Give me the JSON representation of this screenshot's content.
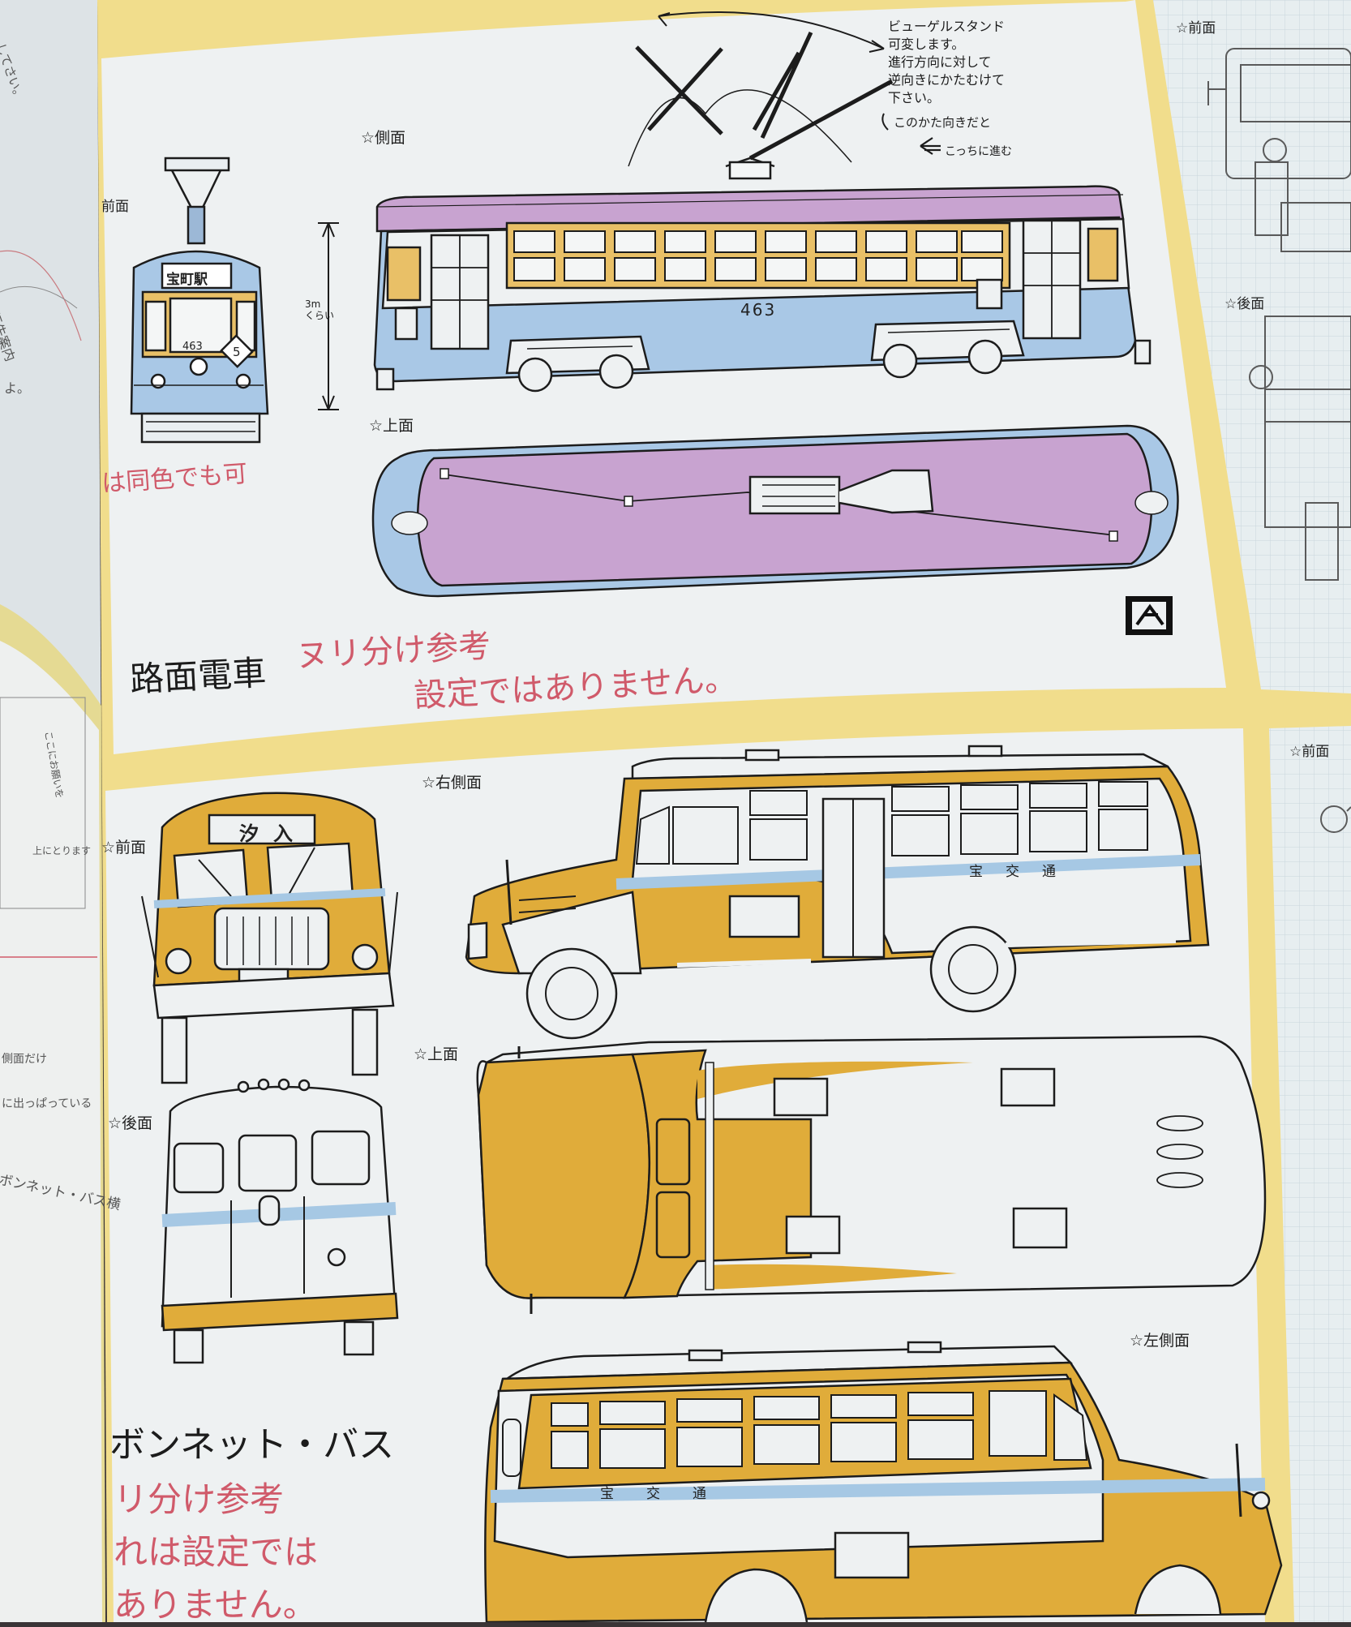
{
  "tram": {
    "view_front": "前面",
    "view_side": "☆側面",
    "view_top": "☆上面",
    "height_note": "3m\nくらい",
    "destination": "宝町駅",
    "number": "463",
    "route_number": "5",
    "pantograph_note": "ビューゲルスタンド\n可変します。\n進行方向に対して\n逆向きにかたむけて\n下さい。",
    "direction_note": "このかた向きだと",
    "direction_arrow_note": "こっちに進む",
    "color_note": "は同色でも可",
    "title": "路面電車",
    "title_note_1": "ヌリ分け参考",
    "title_note_2": "設定ではありません。"
  },
  "bus": {
    "view_right": "☆右側面",
    "view_front": "☆前面",
    "view_rear": "☆後面",
    "view_top": "☆上面",
    "view_left": "☆左側面",
    "destination": "汐入",
    "company": "宝交通",
    "title": "ボンネット・バス",
    "title_note_1": "リ分け参考",
    "title_note_2": "れは設定では",
    "title_note_3": "ありません。"
  },
  "right_page": {
    "view_front_top": "☆前面",
    "view_rear": "☆後面",
    "view_front_bottom": "☆前面"
  },
  "left_page": {
    "text_1": "してさい。",
    "text_2": "行先案内",
    "text_3": "よ。",
    "text_4": "ここにお願いを",
    "text_5": "上にとります",
    "text_6": "ボンネット・バス横",
    "text_7": "側面だけ",
    "text_8": "に出っぱっている"
  },
  "colors": {
    "page": "#eef1f2",
    "cream_border": "#f1dd8c",
    "tram_blue": "#a9c8e6",
    "tram_lilac": "#c8a3d0",
    "bus_yellow": "#e0ac3a",
    "bus_blue": "#a6c8e4",
    "red_note": "#d05a6a"
  }
}
